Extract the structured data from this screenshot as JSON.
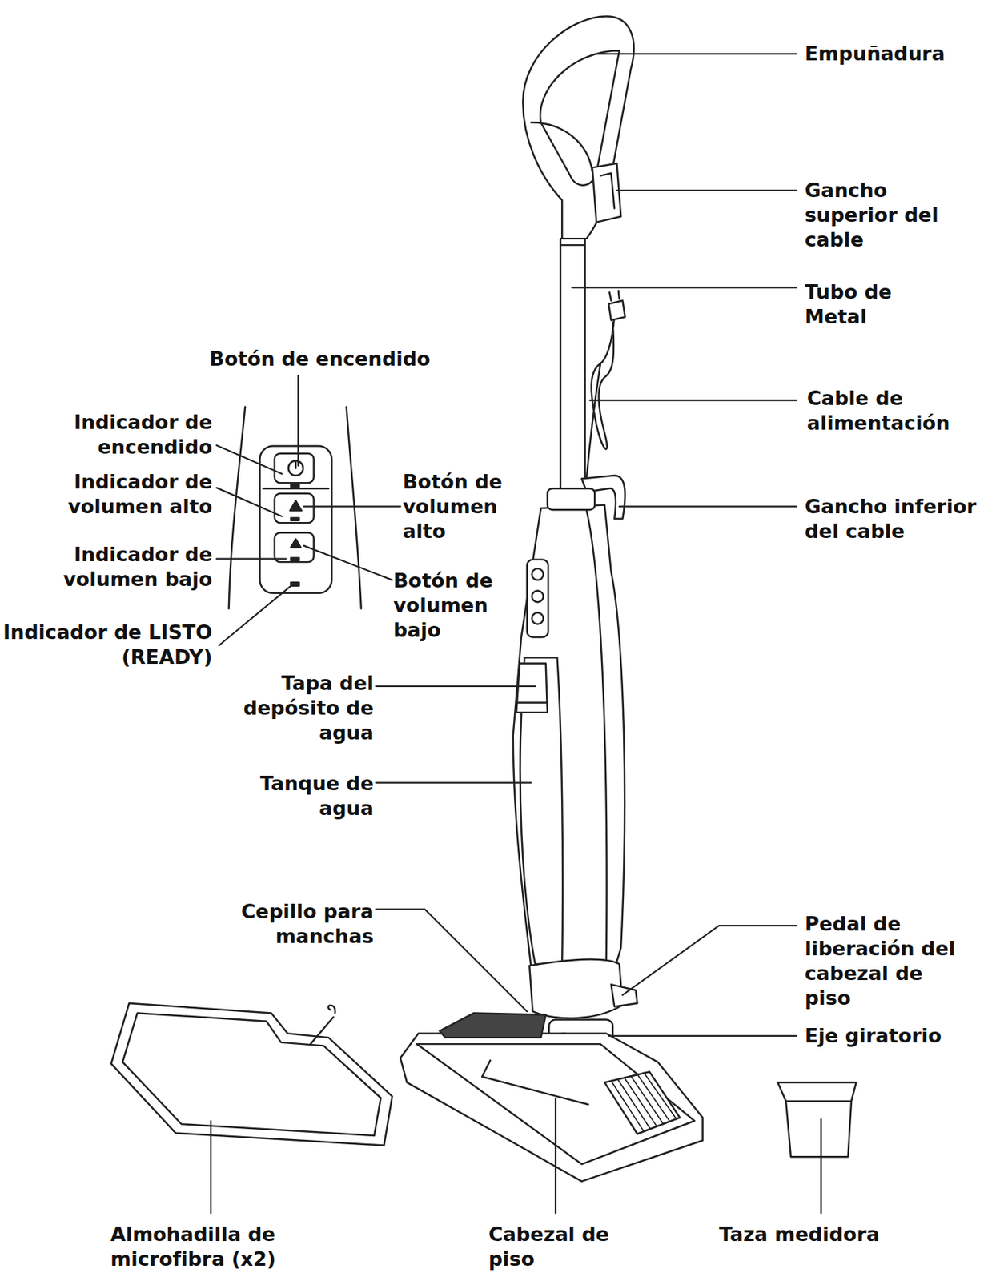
{
  "diagram": {
    "labels": [
      "Empuñadura",
      "Gancho superior del cable",
      "Tubo de Metal",
      "Botón de encendido",
      "Cable de alimentación",
      "Indicador de encendido",
      "Indicador de volumen alto",
      "Botón de volumen alto",
      "Gancho inferior del cable",
      "Indicador de volumen bajo",
      "Botón de volumen bajo",
      "Indicador de LISTO (READY)",
      "Tapa del depósito de agua",
      "Tanque de agua",
      "Cepillo para manchas",
      "Pedal de liberación del cabezal de piso",
      "Eje giratorio",
      "Almohadilla de microfibra (x2)",
      "Cabezal de piso",
      "Taza medidora"
    ]
  }
}
